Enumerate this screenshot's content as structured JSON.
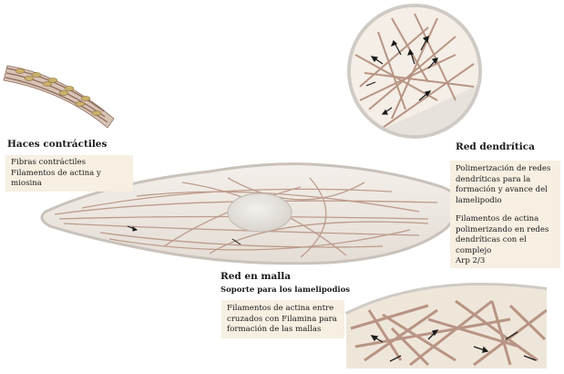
{
  "labels": {
    "contractile": {
      "title": "Haces contráctiles",
      "lines": [
        "Fibras contráctiles",
        "Filamentos de actina y",
        "miosina"
      ]
    },
    "dendritic": {
      "title": "Red dendrítica",
      "para1": [
        "Polimerización de redes",
        "dendríticas para la",
        "formación y avance del",
        "lamelipodio"
      ],
      "para2": [
        "Filamentos de actina",
        "polimerizando en redes",
        "dendríticas con el complejo",
        "Arp 2/3"
      ]
    },
    "mesh": {
      "title": "Red en malla",
      "subtitle": "Soporte para los lamelipodios",
      "lines": [
        "Filamentos de actina entre",
        "cruzados con Filamina para",
        "formación de las mallas"
      ]
    }
  },
  "colors": {
    "panel": "#f6efe2",
    "fiber": "#b89484",
    "fiber_dark": "#8c6a5c",
    "cell_fill": "#efe9e2",
    "nucleus": "#e6e2dc",
    "arrow": "#1a1a1a"
  }
}
